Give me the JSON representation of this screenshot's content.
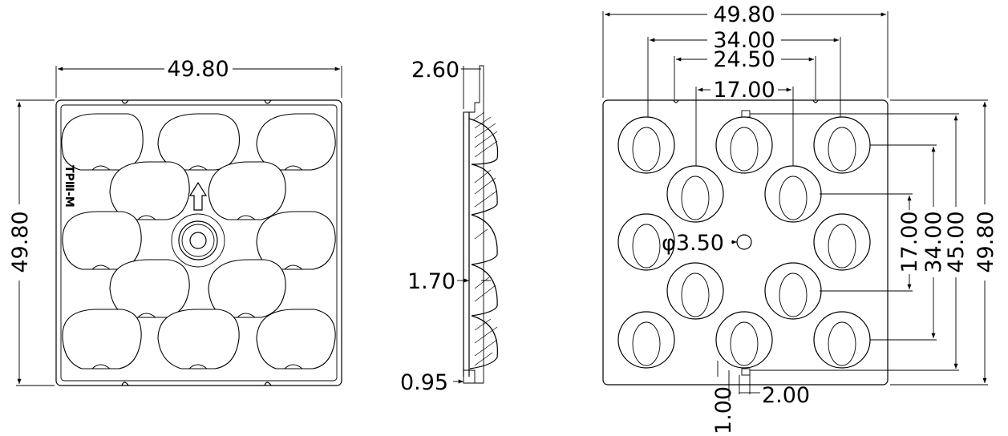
{
  "front_view": {
    "width_dim": "49.80",
    "height_dim": "49.80",
    "part_code": "TPⅢ-M"
  },
  "side_view": {
    "thickness_dim": "2.60",
    "step_dim": "1.70",
    "base_dim": "0.95"
  },
  "top_view": {
    "overall_width": "49.80",
    "span_outer": "34.00",
    "span_mid": "24.50",
    "span_inner": "17.00",
    "vert_inner": "17.00",
    "vert_mid": "34.00",
    "vert_outer": "45.00",
    "overall_height": "49.80",
    "hole_dia": "φ3.50",
    "tab_offset": "1.00",
    "tab_width": "2.00"
  }
}
